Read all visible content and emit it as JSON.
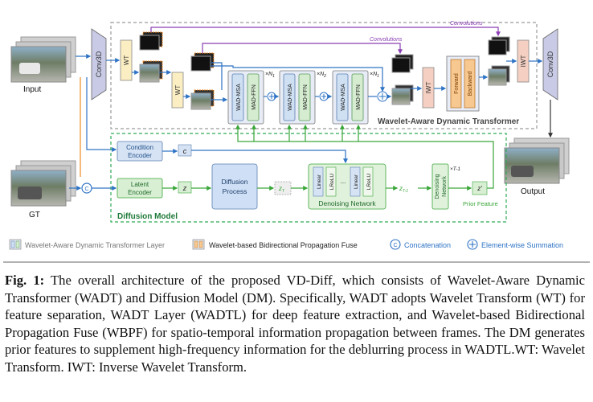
{
  "figure": {
    "labels": {
      "input": "Input",
      "gt": "GT",
      "output": "Output",
      "conv3d": "Conv3D",
      "wt": "WT",
      "iwt": "IWT",
      "wad_msa": "WAD-MSA",
      "mad_ffn": "MAD-FFN",
      "x_n1": "×N",
      "x_n2": "×N",
      "n1_sub": "1",
      "n2_sub": "2",
      "forward": "Forward",
      "backward": "Backward",
      "convolutions_1": "Convolutions",
      "convolutions_2": "Convolutions",
      "wadt_title": "Wavelet-Aware Dynamic Transformer",
      "condition_encoder_1": "Condition",
      "condition_encoder_2": "Encoder",
      "c": "c",
      "latent_encoder_1": "Latent",
      "latent_encoder_2": "Encoder",
      "z": "z",
      "diffusion_process_1": "Diffusion",
      "diffusion_process_2": "Process",
      "z_T": "z",
      "z_T_sub": "T",
      "linear": "Linear",
      "lrelu": "LReLU",
      "ellipsis": "...",
      "denoising_network": "Denoising Network",
      "z_T1": "z",
      "z_T1_sub": "T-1",
      "x_T1": "×T-1",
      "denoising_network_v1": "Denoising",
      "denoising_network_v2": "Network",
      "z_prime": "z'",
      "prior_feature": "Prior Feature",
      "diffusion_model": "Diffusion Model",
      "concat_symbol": "C"
    },
    "legend": {
      "wadtl": "Wavelet-Aware Dynamic Transformer Layer",
      "wbpf": "Wavelet-based Bidirectional Propagation Fuse",
      "concat": "Concatenation",
      "sum": "Element-wise Summation"
    },
    "colors": {
      "conv3d": "#c9cbe6",
      "wt": "#fbeec2",
      "iwt": "#f4cfc2",
      "wadt_block": "#e7ecf6",
      "msa": "#cfe0f3",
      "ffn": "#d5ecd0",
      "encoder_blue": "#d6e3f4",
      "encoder_green": "#d8efd4",
      "diffusion_process": "#cfe0f6",
      "denoise_green": "#e1f2dc",
      "wadt_border": "#9a9a9a",
      "dm_border": "#2eaa55",
      "blue_arrow": "#2e73c4",
      "green_arrow": "#3aa63a",
      "purple_arrow": "#8c3fb5",
      "orange": "#f08a24"
    }
  },
  "caption": {
    "prefix": "Fig. 1:",
    "text": " The overall architecture of the proposed VD-Diff, which consists of Wavelet-Aware Dynamic Transformer (WADT) and Diffusion Model (DM). Specifically, WADT adopts Wavelet Transform (WT) for feature separation, WADT Layer (WADTL) for deep feature extraction, and Wavelet-based Bidirectional Propagation Fuse (WBPF) for spatio-temporal information propagation between frames. The DM generates prior features to supplement high-frequency information for the deblurring process in WADTL.WT: Wavelet Transform. IWT: Inverse Wavelet Transform."
  }
}
